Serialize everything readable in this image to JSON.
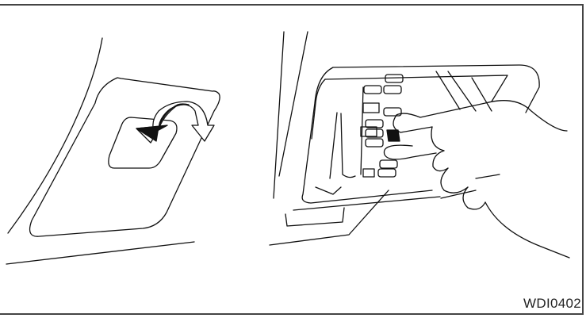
{
  "figure": {
    "code_label": "WDI0402",
    "panels": [
      {
        "id": "left",
        "description": "Lower dash panel with fuse box cover; arrows indicate turning the cover knob to open"
      },
      {
        "id": "right",
        "description": "Hand inserting/removing a fuse from the exposed fuse box"
      }
    ],
    "colors": {
      "line": "#111111",
      "frame": "#444444",
      "background": "#ffffff"
    }
  }
}
